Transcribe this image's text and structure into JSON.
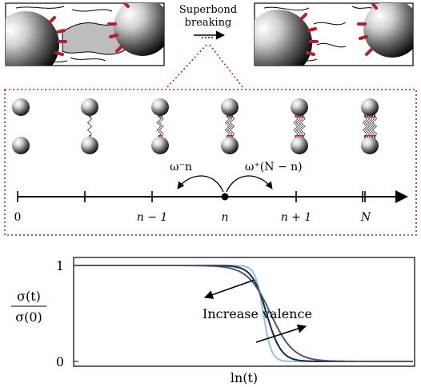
{
  "top": {
    "caption_line1": "Superbond",
    "caption_line2": "breaking"
  },
  "kinetics": {
    "rate_backward": "ω⁻n",
    "rate_forward": "ω⁺(N − n)",
    "axis_ticks": [
      "0",
      "n − 1",
      "n",
      "n + 1",
      "N"
    ],
    "bridge_counts": [
      0,
      1,
      2,
      3,
      4,
      5
    ]
  },
  "plot": {
    "ylabel_numerator": "σ(t)",
    "ylabel_denominator": "σ(0)",
    "xlabel": "ln(t)",
    "ytick_top": "1",
    "ytick_bottom": "0",
    "annotation": "Increase valence",
    "colors": [
      "#8fc4d6",
      "#1b2744",
      "#4a5878"
    ]
  }
}
